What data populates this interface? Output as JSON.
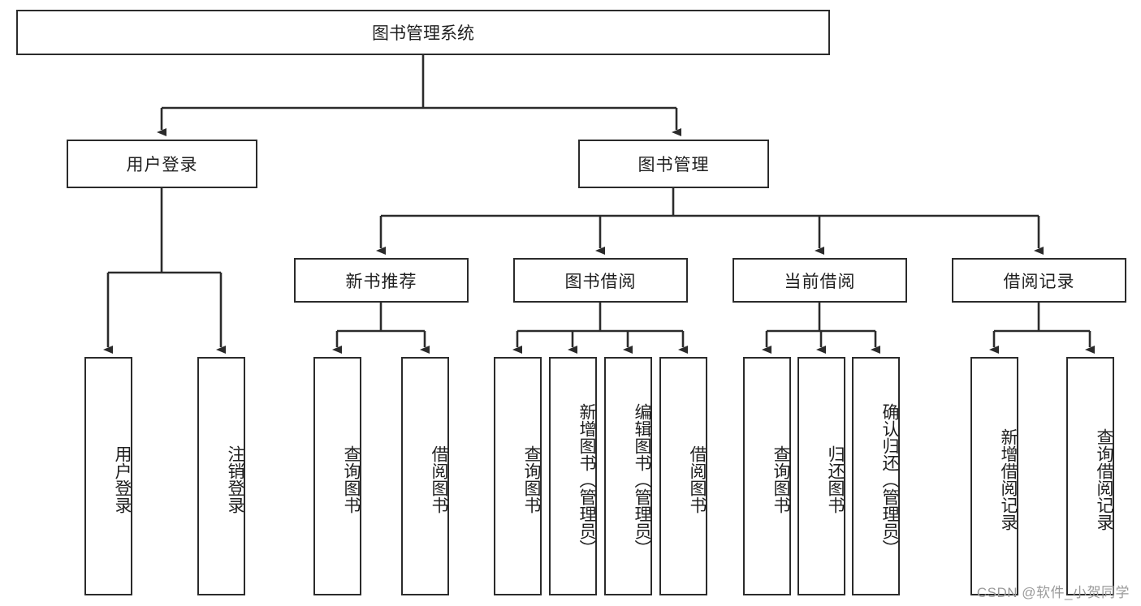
{
  "diagram": {
    "type": "tree-hierarchy",
    "title": "图书管理系统",
    "root": {
      "label": "图书管理系统"
    },
    "level2": [
      {
        "label": "用户登录"
      },
      {
        "label": "图书管理"
      }
    ],
    "level3": [
      {
        "label": "新书推荐"
      },
      {
        "label": "图书借阅"
      },
      {
        "label": "当前借阅"
      },
      {
        "label": "借阅记录"
      }
    ],
    "leaves": {
      "user_login": [
        {
          "label": "用户登录"
        },
        {
          "label": "注销登录"
        }
      ],
      "new_book_recommend": [
        {
          "label": "查询图书"
        },
        {
          "label": "借阅图书"
        }
      ],
      "book_borrow": [
        {
          "label": "查询图书"
        },
        {
          "label": "新增图书（管理员）"
        },
        {
          "label": "编辑图书（管理员）"
        },
        {
          "label": "借阅图书"
        }
      ],
      "current_borrow": [
        {
          "label": "查询图书"
        },
        {
          "label": "归还图书"
        },
        {
          "label": "确认归还（管理员）"
        }
      ],
      "borrow_record": [
        {
          "label": "新增借阅记录"
        },
        {
          "label": "查询借阅记录"
        }
      ]
    }
  },
  "watermark": {
    "text": "CSDN @软件_小贺同学"
  },
  "colors": {
    "stroke": "#2b2b2b",
    "fill": "#ffffff",
    "text": "#1f1f1f",
    "watermark": "#9a9a9a"
  }
}
